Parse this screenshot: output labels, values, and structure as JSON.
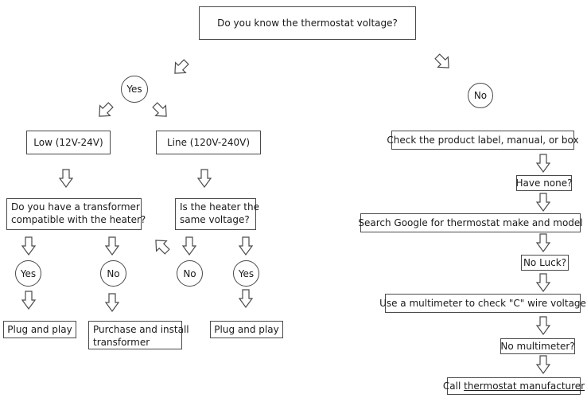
{
  "root": {
    "question": "Do you know the thermostat voltage?"
  },
  "yes_branch": {
    "yes": "Yes",
    "low": "Low (12V-24V)",
    "line": "Line (120V-240V)",
    "low_question_l1": "Do you have a transformer",
    "low_question_l2": "compatible with the heater?",
    "line_question_l1": "Is the heater the",
    "line_question_l2": "same voltage?",
    "low_yes": "Yes",
    "low_no": "No",
    "line_no": "No",
    "line_yes": "Yes",
    "plug_play_1": "Plug and play",
    "purchase_l1": "Purchase and install",
    "purchase_l2": "transformer",
    "plug_play_2": "Plug and play"
  },
  "no_branch": {
    "no": "No",
    "check_label": "Check the product label, manual, or box",
    "have_none": "Have none?",
    "search_google": "Search Google for thermostat make and model",
    "no_luck": "No Luck?",
    "multimeter": "Use a multimeter to check \"C\" wire voltage",
    "no_multimeter": "No multimeter?",
    "call_prefix": "Call ",
    "call_link": "thermostat manufacturer"
  },
  "icons": {
    "arrow": "hollow-arrow-icon"
  }
}
